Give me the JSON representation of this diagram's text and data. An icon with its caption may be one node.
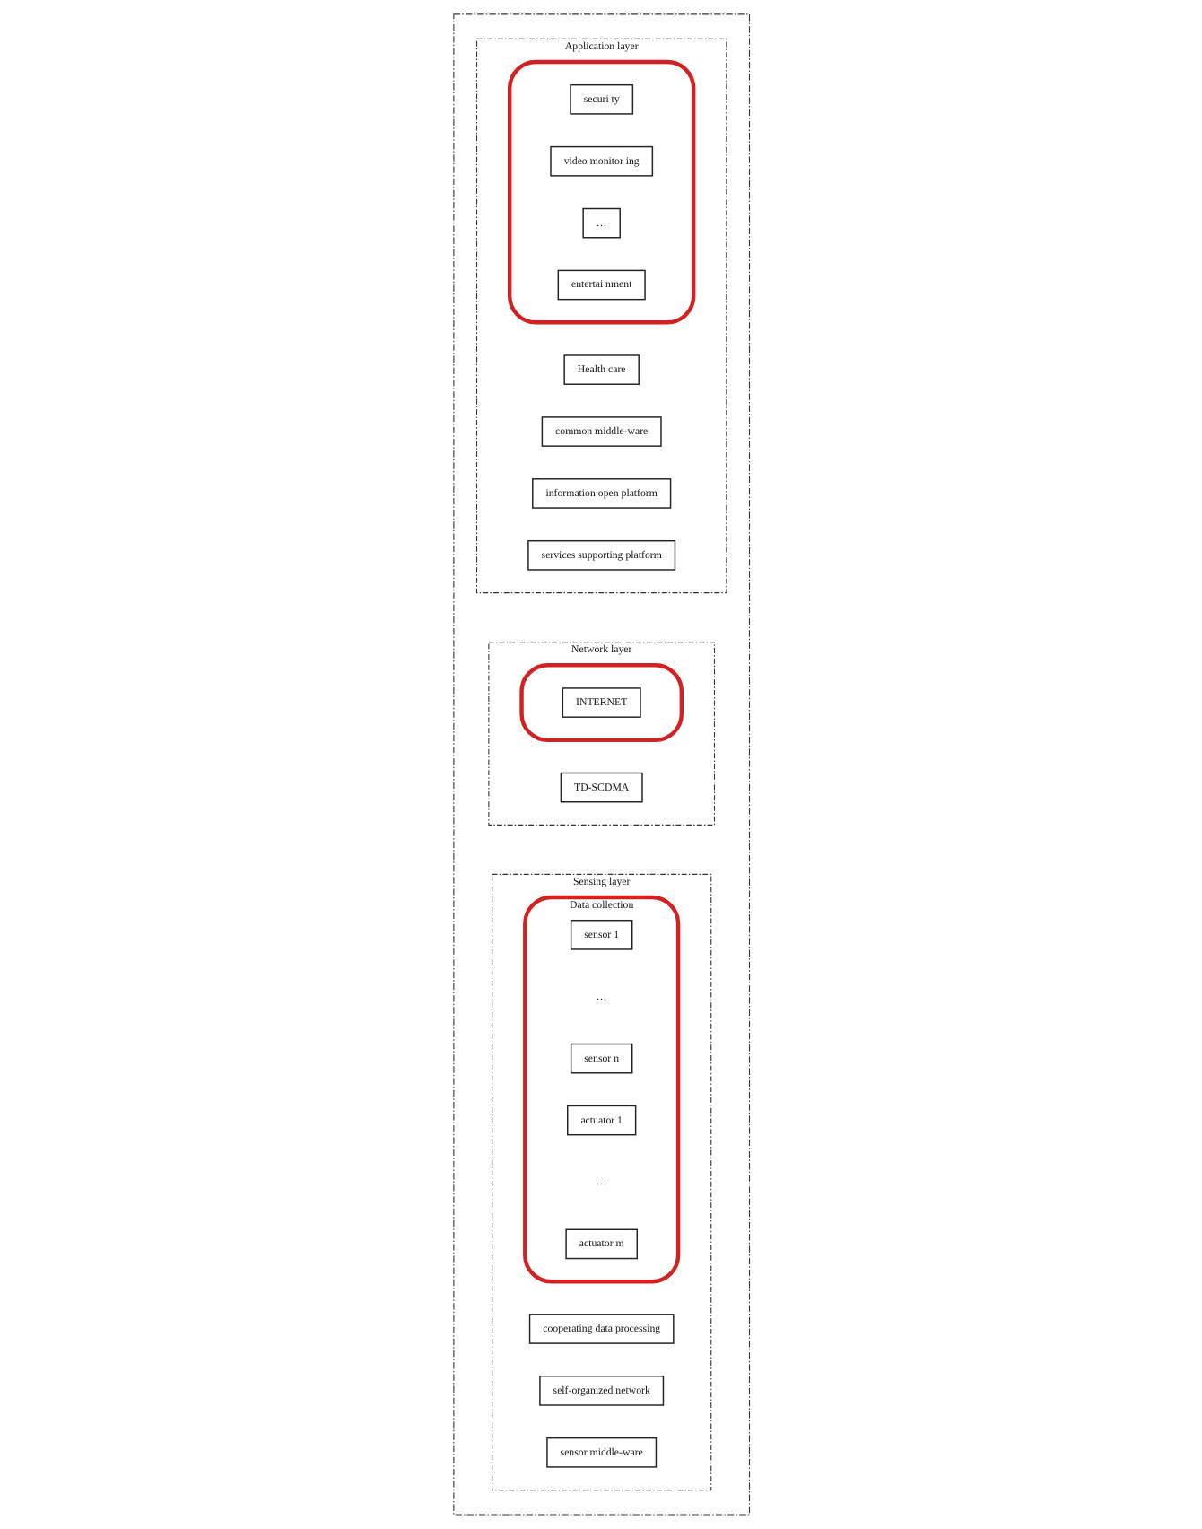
{
  "diagram": {
    "nodes": [
      {
        "text": [],
        "shape": "box"
      },
      {
        "text": [
          "Application layer"
        ],
        "in": 0
      },
      {
        "text": [
          "Health care"
        ],
        "in": 1
      },
      {
        "text": [],
        "shape": "ellipse",
        "in": 1
      },
      {
        "text": [
          "securi ty"
        ],
        "in": 3
      },
      {
        "text": [
          "video monitor ing"
        ],
        "in": 3
      },
      {
        "text": [
          "…"
        ],
        "in": 3
      },
      {
        "text": [
          "entertai nment"
        ],
        "in": 3
      },
      {
        "text": [
          "common middle-ware"
        ],
        "in": 1
      },
      {
        "text": [
          "information open platform"
        ],
        "in": 1
      },
      {
        "text": [
          "services supporting platform"
        ],
        "in": 1
      },
      {
        "text": [
          "Network layer"
        ],
        "in": 0
      },
      {
        "text": [],
        "shape": "ellipse",
        "in": 11
      },
      {
        "text": [
          "INTERNET"
        ],
        "in": 12
      },
      {
        "text": [
          "TD-SCDMA"
        ],
        "in": 11
      },
      {
        "text": [
          "Sensing layer"
        ],
        "in": 0
      },
      {
        "text": [
          "cooperating data processing"
        ],
        "in": 15
      },
      {
        "text": [
          "self-organized network"
        ],
        "in": 15
      },
      {
        "text": [
          "sensor middle-ware"
        ],
        "in": 15
      },
      {
        "text": [
          "Data collection"
        ],
        "in": 15
      },
      {
        "text": [
          "sensor 1"
        ],
        "in": 19
      },
      {
        "text": [
          "…"
        ],
        "in": 19
      },
      {
        "text": [
          "sensor n"
        ],
        "in": 19
      },
      {
        "text": [
          "actuator 1"
        ],
        "in": 19
      },
      {
        "text": [
          "…"
        ],
        "in": 19
      },
      {
        "text": [
          "actuator m"
        ],
        "in": 19
      }
    ]
  }
}
